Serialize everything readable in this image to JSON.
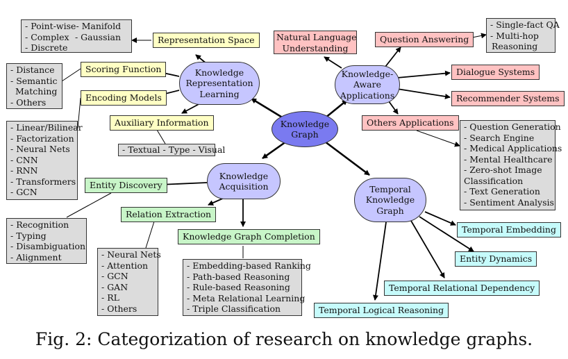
{
  "core": {
    "lines": [
      "Knowledge",
      "Graph"
    ]
  },
  "krl": {
    "lines": [
      "Knowledge",
      "Representation",
      "Learning"
    ],
    "representation_space": {
      "label": "Representation Space",
      "items": [
        "- Point-wise",
        "- Manifold",
        "- Complex",
        "- Gaussian",
        "- Discrete"
      ]
    },
    "scoring_function": {
      "label": "Scoring Function",
      "items": [
        "- Distance",
        "- Semantic",
        "Matching",
        "- Others"
      ]
    },
    "encoding_models": {
      "label": "Encoding Models",
      "items": [
        "- Linear/Bilinear",
        "- Factorization",
        "- Neural Nets",
        "- CNN",
        "- RNN",
        "- Transformers",
        "- GCN"
      ]
    },
    "auxiliary_information": {
      "label": "Auxiliary Information",
      "items": [
        "- Textual - Type - Visual"
      ]
    }
  },
  "kaa": {
    "lines": [
      "Knowledge-",
      "Aware",
      "Applications"
    ],
    "nlu": {
      "lines": [
        "Natural Language",
        "Understanding"
      ]
    },
    "qa": {
      "label": "Question Answering",
      "items": [
        "- Single-fact QA",
        "- Multi-hop",
        "Reasoning"
      ]
    },
    "dialogue": {
      "label": "Dialogue Systems"
    },
    "recommender": {
      "label": "Recommender Systems"
    },
    "others": {
      "label": "Others Applications",
      "items": [
        "- Question Generation",
        "- Search Engine",
        "- Medical Applications",
        "- Mental Healthcare",
        "- Zero-shot Image",
        "Classification",
        "- Text Generation",
        "- Sentiment Analysis"
      ]
    }
  },
  "ka": {
    "lines": [
      "Knowledge",
      "Acquisition"
    ],
    "entity_discovery": {
      "label": "Entity Discovery",
      "items": [
        "- Recognition",
        "- Typing",
        "- Disambiguation",
        "- Alignment"
      ]
    },
    "relation_extraction": {
      "label": "Relation Extraction",
      "items": [
        "- Neural Nets",
        "- Attention",
        "- GCN",
        "- GAN",
        "- RL",
        "- Others"
      ]
    },
    "kgc": {
      "label": "Knowledge Graph Completion",
      "items": [
        "- Embedding-based Ranking",
        "- Path-based Reasoning",
        "- Rule-based Reasoning",
        "- Meta Relational Learning",
        "- Triple Classification"
      ]
    }
  },
  "tkg": {
    "lines": [
      "Temporal",
      "Knowledge",
      "Graph"
    ],
    "temporal_embedding": {
      "label": "Temporal Embedding"
    },
    "entity_dynamics": {
      "label": "Entity Dynamics"
    },
    "temporal_relational_dependency": {
      "label": "Temporal Relational Dependency"
    },
    "temporal_logical_reasoning": {
      "label": "Temporal Logical Reasoning"
    }
  },
  "caption": "Fig. 2: Categorization of research on knowledge graphs."
}
